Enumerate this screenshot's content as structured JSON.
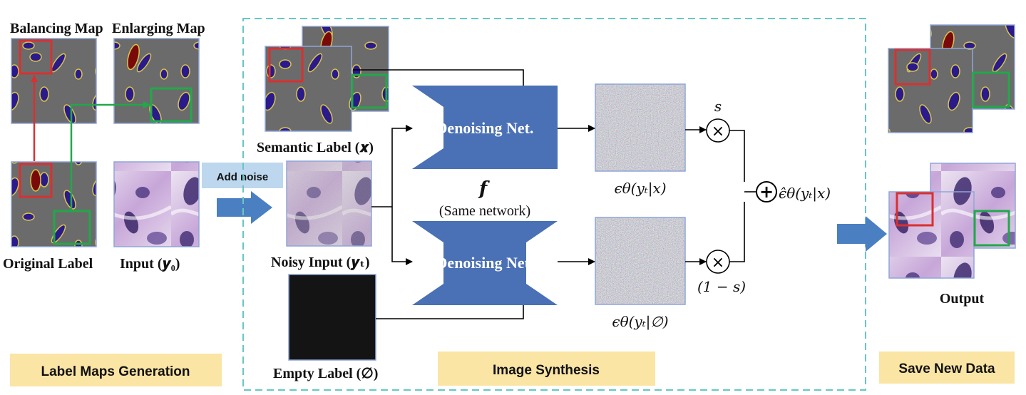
{
  "labels": {
    "balancing_map": "Balancing Map",
    "enlarging_map": "Enlarging Map",
    "original_label": "Original Label",
    "input_y0": "Input (𝒚₀)",
    "add_noise": "Add noise",
    "semantic_label": "Semantic Label (𝒙)",
    "noisy_input": "Noisy Input (𝒚ₜ)",
    "empty_label": "Empty Label (∅)",
    "f_symbol": "𝒇",
    "same_network": "(Same network)",
    "denoising_net_top": "Denoising Net.",
    "denoising_net_bottom": "Denoising Net.",
    "eps_cond": "ϵθ(yₜ|x)",
    "eps_uncond": "ϵθ(yₜ|∅)",
    "s": "s",
    "one_minus_s": "(1 − s)",
    "eps_hat": "ϵ̂θ(yₜ|x)",
    "output": "Output",
    "times": "×",
    "plus": "+"
  },
  "stages": {
    "label_maps_generation": "Label Maps Generation",
    "image_synthesis": "Image Synthesis",
    "save_new_data": "Save New Data"
  },
  "colors": {
    "net_blue": "#4a70b5",
    "stage_yellow": "#fbe5a4",
    "dashed_teal": "#66c8c3",
    "add_noise_bg": "#bdd7ee",
    "map_gray": "#6b6b6b",
    "nucleus_blue": "#2a1a8c",
    "nucleus_red": "#7a0a0a",
    "box_red": "#d93030",
    "box_green": "#21a84a"
  }
}
